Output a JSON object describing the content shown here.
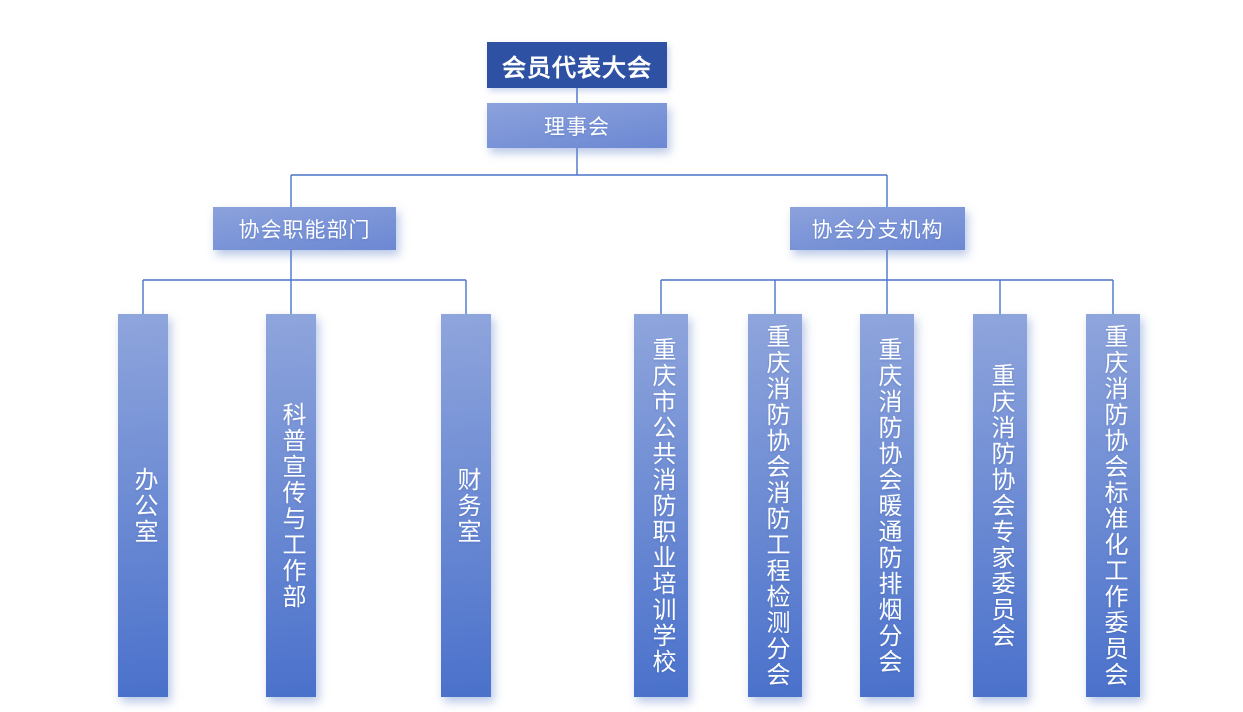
{
  "org": {
    "root": "会员代表大会",
    "board": "理事会",
    "groups": [
      {
        "label": "协会职能部门",
        "children": [
          "办公室",
          "科普宣传与工作部",
          "财务室"
        ]
      },
      {
        "label": "协会分支机构",
        "children": [
          "重庆市公共消防职业培训学校",
          "重庆消防协会消防工程检测分会",
          "重庆消防协会暖通防排烟分会",
          "重庆消防协会专家委员会",
          "重庆消防协会标准化工作委员会"
        ]
      }
    ]
  },
  "colors": {
    "background": "#FFFFFF",
    "root_fill": "#2E51A3",
    "header_gradient_top": "#8CA2DC",
    "header_gradient_bottom": "#6C88D3",
    "bar_gradient_top": "#8FA5DC",
    "bar_gradient_bottom": "#4A71CB",
    "connector": "#4A74C9",
    "text": "#FFFFFF"
  }
}
